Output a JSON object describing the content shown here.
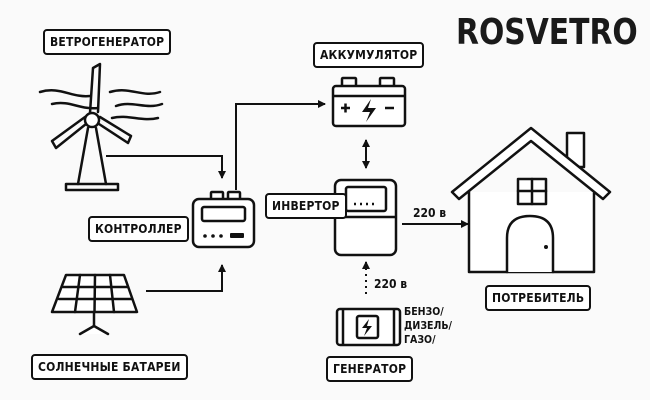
{
  "brand": "ROSVETRO",
  "labels": {
    "wind_generator": "ВЕТРОГЕНЕРАТОР",
    "battery": "АККУМУЛЯТОР",
    "controller": "КОНТРОЛЛЕР",
    "inverter": "ИНВЕРТОР",
    "consumer": "ПОТРЕБИТЕЛЬ",
    "solar_panels": "СОЛНЕЧНЫЕ БАТАРЕИ",
    "generator": "ГЕНЕРАТОР"
  },
  "voltage_output": "220 в",
  "voltage_generator": "220 в",
  "fuel_types": [
    "БЕНЗО/",
    "ДИЗЕЛЬ/",
    "ГАЗО/"
  ],
  "icons": {
    "wind": "wind-turbine-icon",
    "battery": "car-battery-icon",
    "controller": "charge-controller-icon",
    "inverter": "inverter-icon",
    "house": "house-icon",
    "solar": "solar-panel-icon",
    "generator": "generator-icon"
  },
  "colors": {
    "line": "#111111",
    "background": "#fafafa"
  }
}
